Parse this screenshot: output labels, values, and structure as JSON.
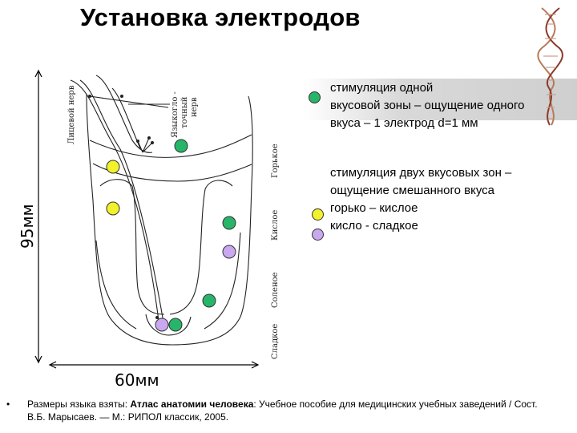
{
  "title": "Установка электродов",
  "dimension_height": "95мм",
  "dimension_width": "60мм",
  "nerve_labels": {
    "facial": "Лицевой нерв",
    "lingual": "Языкогло-точный нерв"
  },
  "zone_labels": {
    "bitter": "Горькое",
    "sour": "Кислое",
    "salty": "Соленое",
    "sweet": "Сладкое"
  },
  "legend": {
    "single": {
      "lines": [
        "стимуляция одной",
        "вкусовой зоны – ощущение одного",
        "вкуса – 1 электрод d=1 мм"
      ],
      "color": "#27b56a"
    },
    "double": {
      "lines": [
        "стимуляция двух вкусовых зон –",
        "ощущение смешанного вкуса"
      ],
      "items": [
        {
          "label": "горько – кислое",
          "color": "#f2f22a"
        },
        {
          "label": "кисло - сладкое",
          "color": "#c9a8f0"
        }
      ]
    }
  },
  "colors": {
    "green": "#27b56a",
    "yellow": "#f2f22a",
    "purple": "#c9a8f0"
  },
  "footnote": {
    "bullet": "•",
    "before": "Размеры языка взяты: ",
    "bold": "Атлас анатомии человека",
    "after": ": Учебное пособие для медицинских учебных заведений / Сост. В.Б. Марысаев. — М.: РИПОЛ классик, 2005."
  }
}
